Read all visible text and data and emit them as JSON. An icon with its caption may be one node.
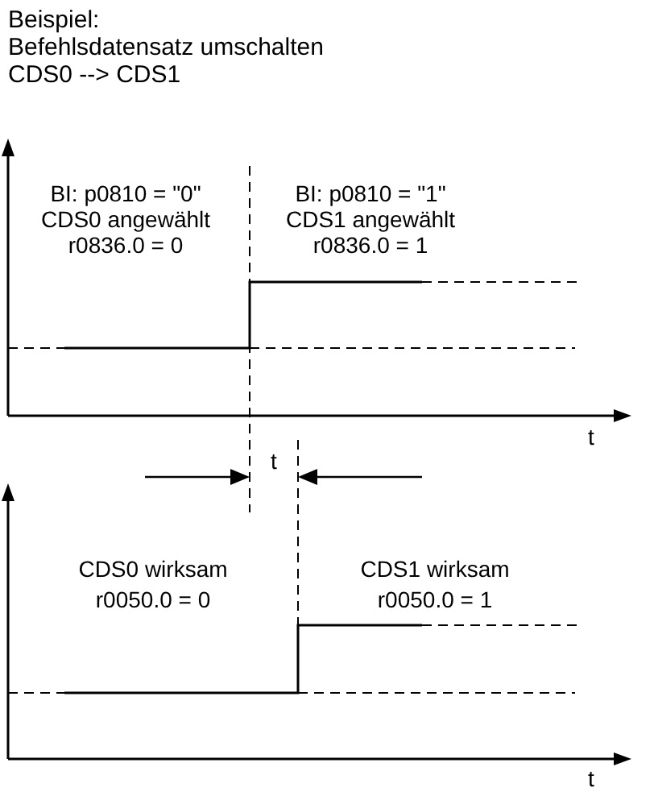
{
  "diagram": {
    "title": "Beispiel:",
    "labels": [
      "Befehlsdatensatz umschalten CDS0 --> CDS1",
      "BI: p0810 = \"0\"",
      "CDS0 angewählt",
      "r0836.0 = 0",
      "BI: p0810 = \"1\"",
      "CDS1 angewählt",
      "r0836.0 = 1",
      "t",
      "t",
      "CDS0 wirksam",
      "r0050.0 = 0",
      "CDS1 wirksam",
      "r0050.0 = 1",
      "t"
    ]
  }
}
